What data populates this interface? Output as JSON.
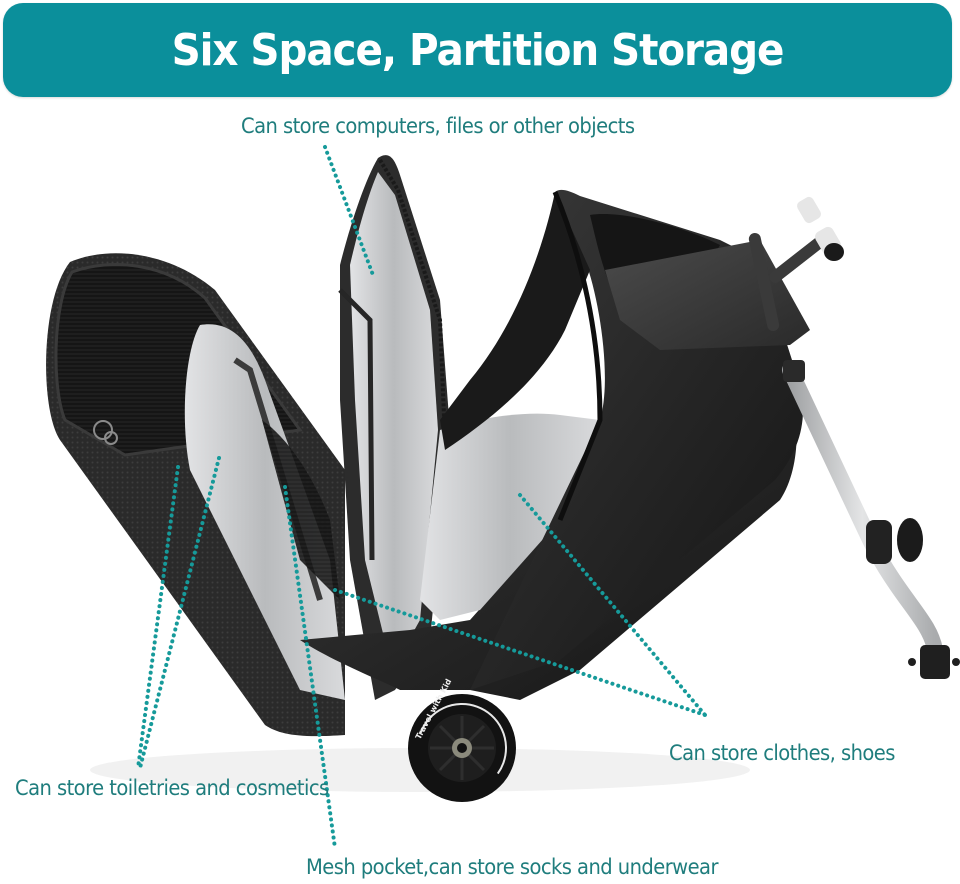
{
  "banner": {
    "title": "Six Space, Partition Storage",
    "background_color": "#0b8f9b",
    "text_color": "#ffffff"
  },
  "callouts": [
    {
      "id": "computers",
      "label": "Can store computers, files or other objects"
    },
    {
      "id": "toiletries",
      "label": "Can store toiletries and cosmetics"
    },
    {
      "id": "clothes",
      "label": "Can store clothes, shoes"
    },
    {
      "id": "mesh",
      "label": "Mesh pocket,can store socks and underwear"
    }
  ],
  "product": {
    "name": "ride-on kids suitcase",
    "wheel_text": "Travel with Kid"
  },
  "colors": {
    "label_text": "#1f7d7d",
    "callout_dots": "#169a9a",
    "shell": "#1e1e1e",
    "lining": "#c9cbcd",
    "handle_tube": "#c4c6c8"
  }
}
